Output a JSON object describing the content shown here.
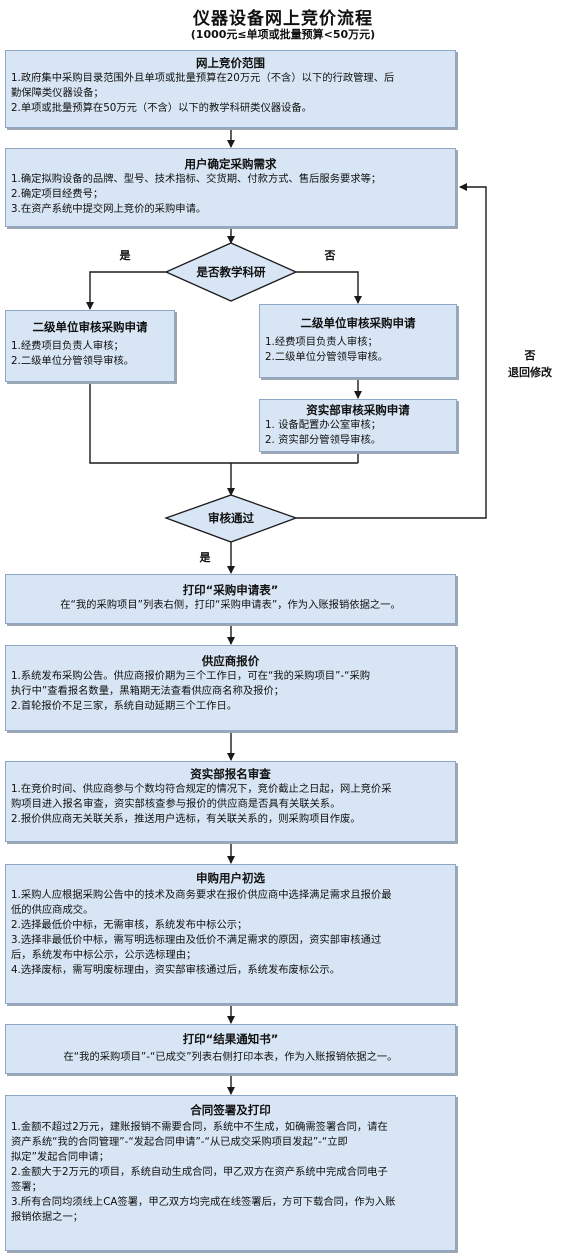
{
  "title": "仪器设备网上竞价流程",
  "subtitle": "(1000元≤单项或批量预算<50万元)",
  "boxes": {
    "scope": {
      "title": "网上竞价范围",
      "lines": [
        "1.政府集中采购目录范围外且单项或批量预算在20万元（不含）以下的行政管理、后",
        "勤保障类仪器设备；",
        "2.单项或批量预算在50万元（不含）以下的教学科研类仪器设备。"
      ]
    },
    "user_need": {
      "title": "用户确定采购需求",
      "lines": [
        "1.确定拟购设备的品牌、型号、技术指标、交货期、付款方式、售后服务要求等；",
        "2.确定项目经费号；",
        "3.在资产系统中提交网上竞价的采购申请。"
      ]
    },
    "unit_left": {
      "title": "二级单位审核采购申请",
      "lines": [
        "1.经费项目负责人审核；",
        "2.二级单位分管领导审核。"
      ]
    },
    "unit_right": {
      "title": "二级单位审核采购申请",
      "lines": [
        "1.经费项目负责人审核；",
        "2.二级单位分管领导审核。"
      ]
    },
    "asset_review": {
      "title": "资实部审核采购申请",
      "lines": [
        "1. 设备配置办公室审核；",
        "2. 资实部分管领导审核。"
      ]
    },
    "print_apply": {
      "title": "打印“采购申请表”",
      "lines": [
        "在“我的采购项目”列表右侧，打印“采购申请表”，作为入账报销依据之一。"
      ]
    },
    "supplier_quote": {
      "title": "供应商报价",
      "lines": [
        "1.系统发布采购公告。供应商报价期为三个工作日，可在“我的采购项目”-“采购",
        "执行中”查看报名数量，黑箱期无法查看供应商名称及报价；",
        "2.首轮报价不足三家，系统自动延期三个工作日。"
      ]
    },
    "asset_signup": {
      "title": "资实部报名审查",
      "lines": [
        "1.在竞价时间、供应商参与个数均符合规定的情况下，竞价截止之日起，网上竞价采",
        "购项目进入报名审查，资实部核查参与报价的供应商是否具有关联关系。",
        "2.报价供应商无关联关系，推送用户选标，有关联关系的，则采购项目作废。"
      ]
    },
    "user_select": {
      "title": "申购用户初选",
      "lines": [
        "1.采购人应根据采购公告中的技术及商务要求在报价供应商中选择满足需求且报价最",
        "低的供应商成交。",
        "2.选择最低价中标，无需审核，系统发布中标公示；",
        "3.选择非最低价中标，需写明选标理由及低价不满足需求的原因，资实部审核通过",
        "后，系统发布中标公示，公示选标理由；",
        "4.选择废标，需写明废标理由，资实部审核通过后，系统发布废标公示。"
      ]
    },
    "print_result": {
      "title": "打印“结果通知书”",
      "lines": [
        "在“我的采购项目”-“已成交”列表右侧打印本表，作为入账报销依据之一。"
      ]
    },
    "contract": {
      "title": "合同签署及打印",
      "lines": [
        "1.金额不超过2万元，建账报销不需要合同，系统中不生成，如确需签署合同，请在",
        "资产系统“我的合同管理”-“发起合同申请”-“从已成交采购项目发起”-“立即",
        "拟定”发起合同申请；",
        "2.金额大于2万元的项目，系统自动生成合同，甲乙双方在资产系统中完成合同电子",
        "签署；",
        "3.所有合同均须线上CA签署，甲乙双方均完成在线签署后，方可下载合同，作为入账",
        "报销依据之一；"
      ]
    }
  },
  "decisions": {
    "teaching": "是否教学科研",
    "approved": "审核通过"
  },
  "labels": {
    "yes_left": "是",
    "no_right": "否",
    "yes_down": "是",
    "reject_no": "否",
    "reject_text": "退回修改"
  },
  "colors": {
    "box_fill": "#d7e5f4",
    "box_border": "#8fa7c6",
    "line": "#1a1a1a"
  }
}
